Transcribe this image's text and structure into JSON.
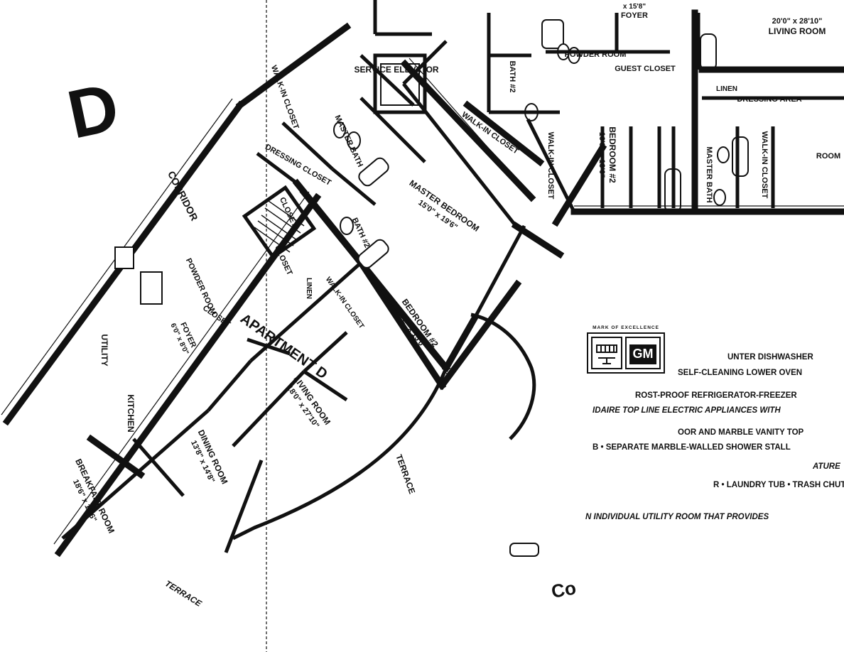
{
  "plan": {
    "letter": "D",
    "apartment_title": "APARTMENT D",
    "corridor": "CORRIDOR",
    "terrace_lower": "TERRACE",
    "terrace_right": "TERRACE",
    "rooms": {
      "master_bedroom": {
        "name": "MASTER BEDROOM",
        "dims": "15'0\" x 19'6\""
      },
      "bedroom2": {
        "name": "BEDROOM #2",
        "dims": "14'2\" x 15'0\""
      },
      "living_room": {
        "name": "LIVING ROOM",
        "dims": "18'0\" x 27'10\""
      },
      "dining_room": {
        "name": "DINING ROOM",
        "dims": "13'8\" x 14'8\""
      },
      "breakfast_room": {
        "name": "BREAKFAST ROOM",
        "dims": "18'6\" x 13'6\""
      },
      "foyer": {
        "name": "FOYER",
        "dims": "6'0\" x 8'0\""
      },
      "kitchen": "KITCHEN",
      "utility": "UTILITY",
      "powder_room": "POWDER ROOM",
      "closet": "CLOSET",
      "closet2": "CLOSET",
      "closet3": "CLOSET",
      "dressing_closet": "DRESSING CLOSET",
      "walkin_closet": "WALK-IN CLOSET",
      "walkin_closet2": "WALK-IN CLOSET",
      "walkin_closet3": "WALK-IN CLOSET",
      "linen": "LINEN",
      "master_bath": "MASTER BATH",
      "bath2": "BATH #2",
      "service_elevator": "SERVICE ELEVATOR"
    },
    "adjacent": {
      "living_room": {
        "name": "LIVING ROOM",
        "dims": "20'0\" x 28'10\""
      },
      "foyer": {
        "name": "FOYER",
        "dims": "x 15'8\""
      },
      "guest_closet": "GUEST CLOSET",
      "powder_room": "POWDER ROOM",
      "bath2": "BATH #2",
      "dressing_area": "DRESSING AREA",
      "linen": "LINEN",
      "walkin_closet": "WALK-IN CLOSET",
      "bedroom2": {
        "name": "BEDROOM #2",
        "dims": "16'6\" x 13'0\""
      },
      "master_bath": "MASTER BATH",
      "walkin_closet2": "WALK-IN CLOSET",
      "room_fragment": "ROOM"
    },
    "partial_word": "Co"
  },
  "features": {
    "line1": "N INDIVIDUAL UTILITY ROOM THAT PROVIDES",
    "line2": "R • LAUNDRY TUB   • TRASH CHUTE",
    "line3": "ATURE",
    "line4": "B   • SEPARATE MARBLE-WALLED SHOWER STALL",
    "line5": "OOR AND MARBLE VANITY TOP",
    "line6": "IDAIRE  TOP LINE ELECTRIC APPLIANCES WITH",
    "line7": "ROST-PROOF REFRIGERATOR-FREEZER",
    "line8": "SELF-CLEANING LOWER OVEN",
    "line9": "UNTER DISHWASHER"
  },
  "badge": {
    "logo": "GM",
    "caption": "MARK OF EXCELLENCE"
  }
}
